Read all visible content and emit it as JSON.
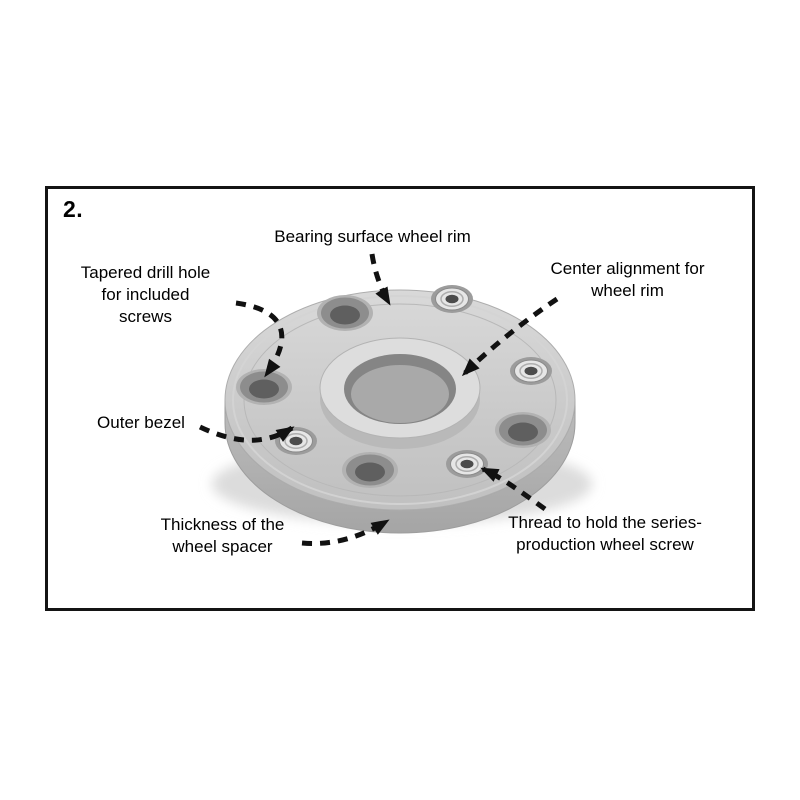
{
  "figure": {
    "step_number": "2.",
    "labels": {
      "bearing": [
        "Bearing surface wheel rim"
      ],
      "tapered": [
        "Tapered drill hole",
        "for included",
        "screws"
      ],
      "center": [
        "Center alignment for",
        "wheel rim"
      ],
      "bezel": [
        "Outer bezel"
      ],
      "thickness": [
        "Thickness of the",
        "wheel spacer"
      ],
      "thread": [
        "Thread to hold the series-",
        "production wheel screw"
      ]
    },
    "colors": {
      "frame_border": "#141414",
      "arrow": "#111111",
      "spacer_body": "#c9c9c9",
      "spacer_side": "#aeaeae",
      "bore": "#858585",
      "thread_metal": "#e6e6e6"
    }
  }
}
